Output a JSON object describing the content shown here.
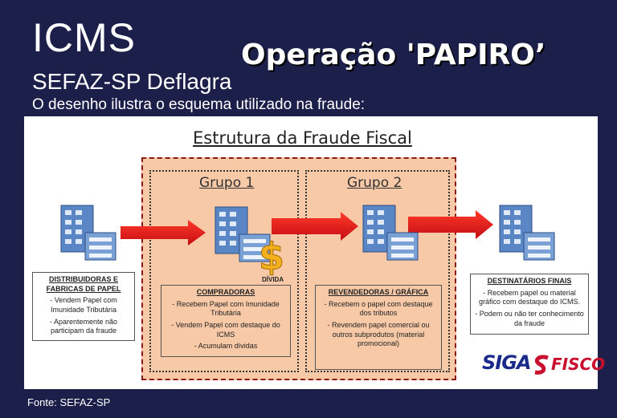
{
  "header": {
    "title": "ICMS",
    "operation": "Operação 'PAPIRO’",
    "subtitle": "SEFAZ-SP Deflagra",
    "description": "O desenho ilustra o esquema utilizado na fraude:"
  },
  "diagram": {
    "title": "Estrutura da Fraude Fiscal",
    "group1_title": "Grupo 1",
    "group2_title": "Grupo 2",
    "divida_label": "DÍVIDA",
    "left_box": {
      "heading": "DISTRIBUIDORAS E FABRICAS DE PAPEL",
      "line1": "- Vendem Papel com Imunidade Tributária",
      "line2": "- Aparentemente não participam da fraude"
    },
    "group1_box": {
      "heading": "COMPRADORAS",
      "line1": "- Recebem Papel com Imunidade Tributária",
      "line2": "- Vendem Papel com destaque do ICMS",
      "line3": "- Acumulam dívidas"
    },
    "group2_box": {
      "heading": "REVENDEDORAS / GRÁFICA",
      "line1": "- Recebem o papel com destaque dos tributos",
      "line2": "- Revendem papel comercial ou outros subprodutos (material promocional)"
    },
    "right_box": {
      "heading": "DESTINATÁRIOS FINAIS",
      "line1": "- Recebem papel ou material gráfico com destaque do ICMS.",
      "line2": "- Podem ou não ter conhecimento da fraude"
    }
  },
  "logo": {
    "part1": "SIGA",
    "part2": "FISCO"
  },
  "source": "Fonte: SEFAZ-SP",
  "colors": {
    "background": "#1c1f4a",
    "arrow": "#e8141a",
    "zone": "#f7c9a7",
    "border": "#8b1a1a"
  }
}
